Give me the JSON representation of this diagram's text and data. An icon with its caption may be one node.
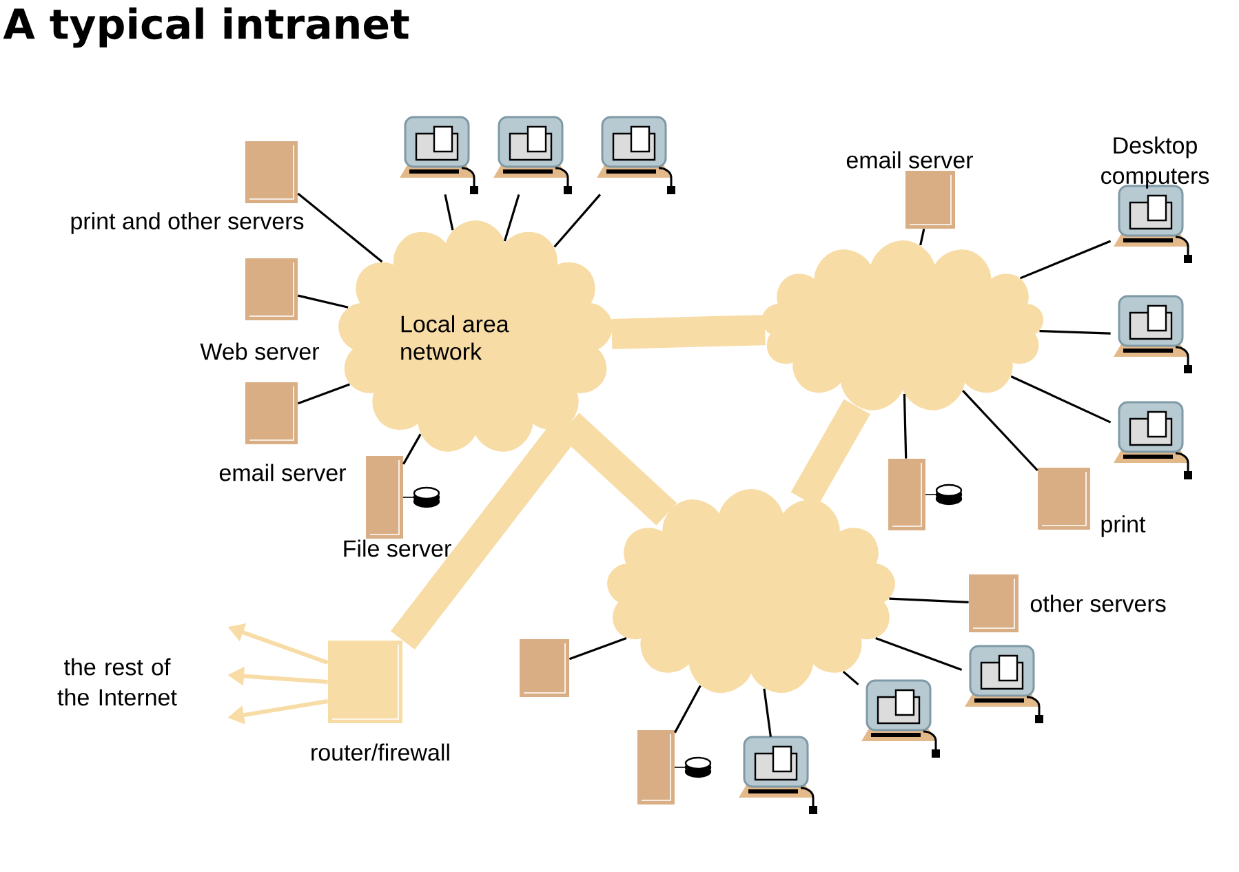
{
  "diagram": {
    "title": "A typical intranet",
    "nodes": [
      {
        "text": [
          "Local area network"
        ]
      },
      {
        "text": [],
        "shape": "cloud"
      },
      {
        "text": [],
        "shape": "cloud"
      },
      {
        "text": [],
        "shape": "box",
        "beside": [
          "print and other servers"
        ]
      },
      {
        "text": [],
        "shape": "box",
        "beside": [
          "Web server"
        ]
      },
      {
        "text": [],
        "shape": "box",
        "beside": [
          "email server"
        ]
      },
      {
        "text": [],
        "shape": "box",
        "beside": [
          "File server"
        ]
      },
      {
        "text": [],
        "shape": "computer"
      },
      {
        "text": [],
        "shape": "computer"
      },
      {
        "text": [],
        "shape": "computer"
      },
      {
        "text": [],
        "shape": "box",
        "beside": [
          "email server"
        ]
      },
      {
        "text": [],
        "shape": "computer"
      },
      {
        "text": [],
        "shape": "computer"
      },
      {
        "text": [],
        "shape": "computer"
      },
      {
        "text": [],
        "shape": "box"
      },
      {
        "text": [],
        "shape": "box",
        "beside": [
          "print"
        ]
      },
      {
        "text": [],
        "shape": "box",
        "beside": [
          "other servers"
        ]
      },
      {
        "text": [],
        "shape": "box"
      },
      {
        "text": [],
        "shape": "box"
      },
      {
        "text": [],
        "shape": "computer"
      },
      {
        "text": [],
        "shape": "computer"
      },
      {
        "text": [],
        "shape": "computer"
      },
      {
        "text": [],
        "shape": "box",
        "beside": [
          "router/firewall"
        ]
      }
    ],
    "edges": [
      {
        "from": 0,
        "to": 1,
        "arrow": "none",
        "style": "thick",
        "color": "#f8dca6"
      },
      {
        "from": 1,
        "to": 2,
        "arrow": "none",
        "style": "thick",
        "color": "#f8dca6"
      },
      {
        "from": 0,
        "to": 2,
        "arrow": "none",
        "style": "thick",
        "color": "#f8dca6"
      },
      {
        "from": 22,
        "to": 0,
        "arrow": "none",
        "style": "thick",
        "color": "#f8dca6"
      },
      {
        "from": 0,
        "to": 3,
        "arrow": "none"
      },
      {
        "from": 0,
        "to": 4,
        "arrow": "none"
      },
      {
        "from": 0,
        "to": 5,
        "arrow": "none"
      },
      {
        "from": 0,
        "to": 6,
        "arrow": "none"
      },
      {
        "from": 0,
        "to": 7,
        "arrow": "none"
      },
      {
        "from": 0,
        "to": 8,
        "arrow": "none"
      },
      {
        "from": 0,
        "to": 9,
        "arrow": "none"
      },
      {
        "from": 1,
        "to": 10,
        "arrow": "none"
      },
      {
        "from": 1,
        "to": 11,
        "arrow": "none"
      },
      {
        "from": 1,
        "to": 12,
        "arrow": "none"
      },
      {
        "from": 1,
        "to": 13,
        "arrow": "none"
      },
      {
        "from": 1,
        "to": 14,
        "arrow": "none"
      },
      {
        "from": 1,
        "to": 15,
        "arrow": "none"
      },
      {
        "from": 2,
        "to": 16,
        "arrow": "none"
      },
      {
        "from": 2,
        "to": 17,
        "arrow": "none"
      },
      {
        "from": 2,
        "to": 18,
        "arrow": "none"
      },
      {
        "from": 2,
        "to": 19,
        "arrow": "none"
      },
      {
        "from": 2,
        "to": 20,
        "arrow": "none"
      },
      {
        "from": 2,
        "to": 21,
        "arrow": "none"
      },
      {
        "from": 22,
        "to": null,
        "arrow": "to",
        "color": "#f8dca6"
      },
      {
        "from": 22,
        "to": null,
        "arrow": "to",
        "color": "#f8dca6"
      },
      {
        "from": 22,
        "to": null,
        "arrow": "to",
        "color": "#f8dca6"
      }
    ],
    "labels": [
      "Desktop computers",
      "the rest of the Internet"
    ]
  }
}
